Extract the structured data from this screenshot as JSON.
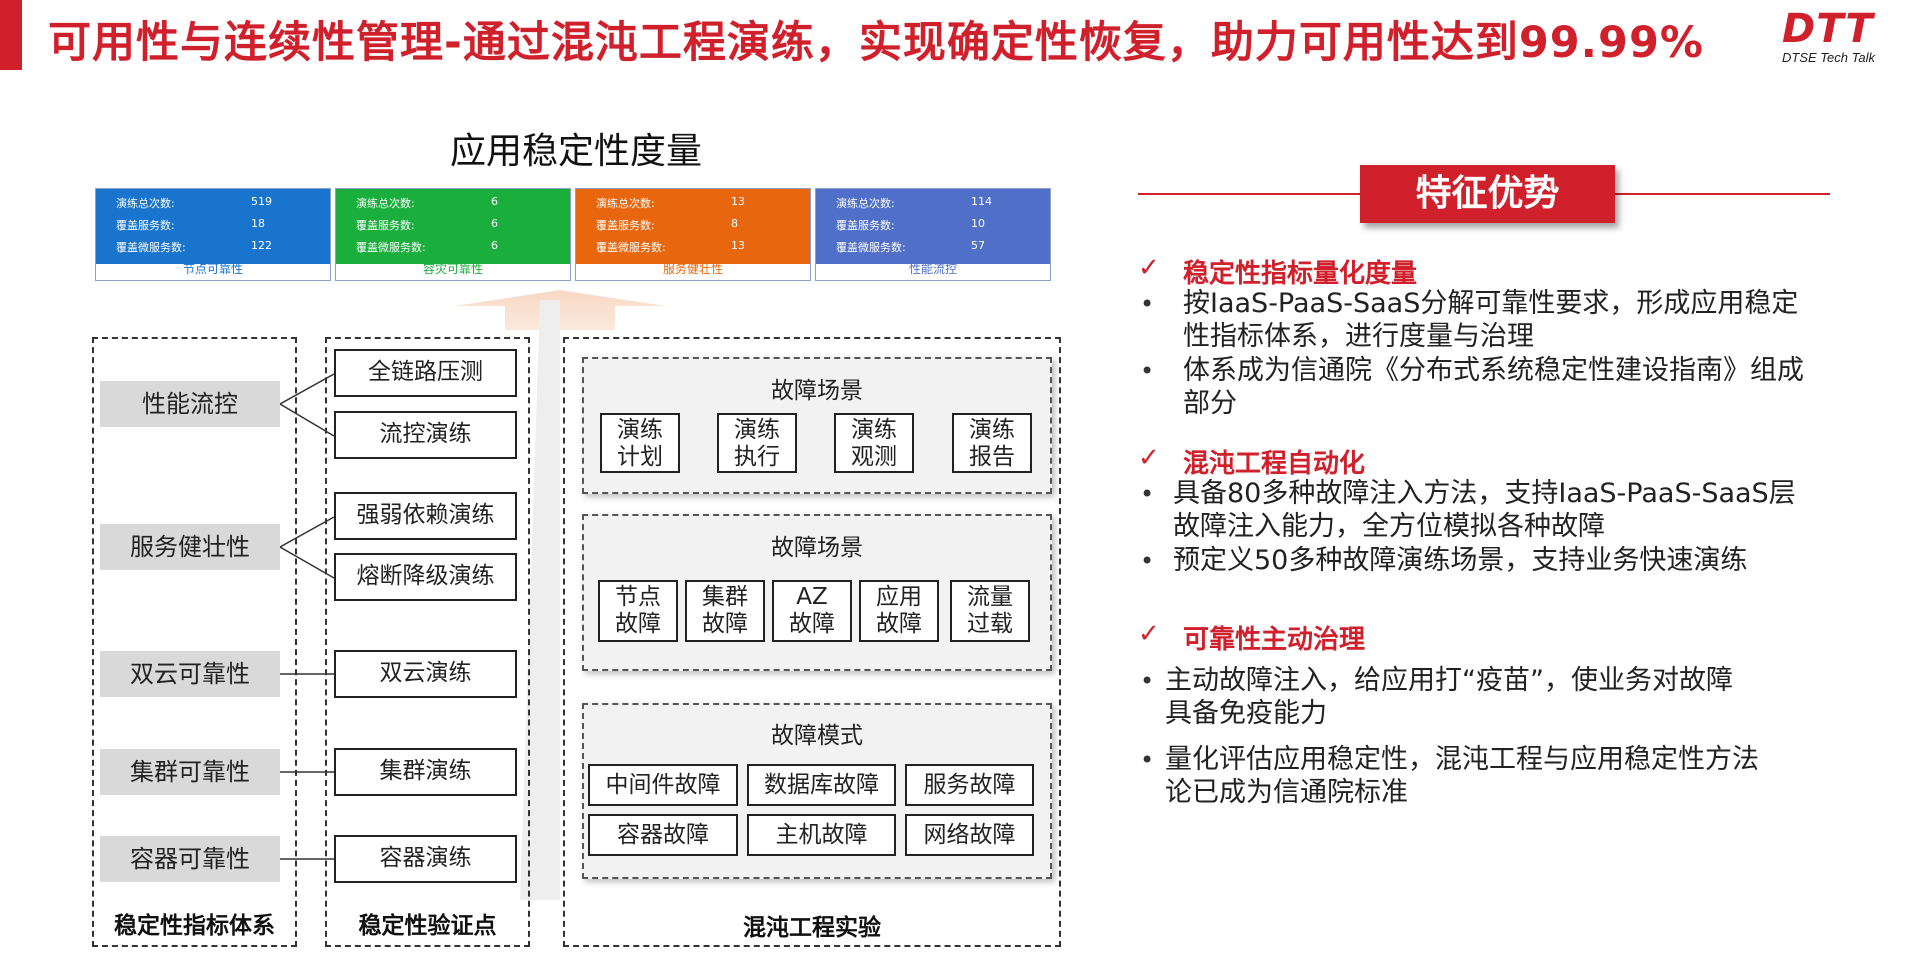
{
  "header": {
    "title": "可用性与连续性管理-通过混沌工程演练，实现确定性恢复，助力可用性达到99.99%",
    "logo_mark": "DTT",
    "logo_sub": "DTSE Tech Talk"
  },
  "metrics": {
    "title": "应用稳定性度量",
    "cards": [
      {
        "name": "节点可靠性",
        "color": "#1874cd",
        "rows": [
          {
            "k": "演练总次数:",
            "v": "519"
          },
          {
            "k": "覆盖服务数:",
            "v": "18"
          },
          {
            "k": "覆盖微服务数:",
            "v": "122"
          }
        ]
      },
      {
        "name": "容灾可靠性",
        "color": "#1aae3c",
        "rows": [
          {
            "k": "演练总次数:",
            "v": "6"
          },
          {
            "k": "覆盖服务数:",
            "v": "6"
          },
          {
            "k": "覆盖微服务数:",
            "v": "6"
          }
        ]
      },
      {
        "name": "服务健壮性",
        "color": "#e8670e",
        "rows": [
          {
            "k": "演练总次数:",
            "v": "13"
          },
          {
            "k": "覆盖服务数:",
            "v": "8"
          },
          {
            "k": "覆盖微服务数:",
            "v": "13"
          }
        ]
      },
      {
        "name": "性能流控",
        "color": "#4f6fc9",
        "rows": [
          {
            "k": "演练总次数:",
            "v": "114"
          },
          {
            "k": "覆盖服务数:",
            "v": "10"
          },
          {
            "k": "覆盖微服务数:",
            "v": "57"
          }
        ]
      }
    ]
  },
  "panels": {
    "indicator_title": "稳定性指标体系",
    "verify_title": "稳定性验证点",
    "chaos_title": "混沌工程实验"
  },
  "indicators": [
    "性能流控",
    "服务健壮性",
    "双云可靠性",
    "集群可靠性",
    "容器可靠性"
  ],
  "verify_points": [
    "全链路压测",
    "流控演练",
    "强弱依赖演练",
    "熔断降级演练",
    "双云演练",
    "集群演练",
    "容器演练"
  ],
  "chaos": {
    "g1_title": "故障场景",
    "g1_items": [
      {
        "l1": "演练",
        "l2": "计划"
      },
      {
        "l1": "演练",
        "l2": "执行"
      },
      {
        "l1": "演练",
        "l2": "观测"
      },
      {
        "l1": "演练",
        "l2": "报告"
      }
    ],
    "g2_title": "故障场景",
    "g2_items": [
      {
        "l1": "节点",
        "l2": "故障"
      },
      {
        "l1": "集群",
        "l2": "故障"
      },
      {
        "l1": "AZ",
        "l2": "故障"
      },
      {
        "l1": "应用",
        "l2": "故障"
      },
      {
        "l1": "流量",
        "l2": "过载"
      }
    ],
    "g3_title": "故障模式",
    "g3_items": [
      "中间件故障",
      "数据库故障",
      "服务故障",
      "容器故障",
      "主机故障",
      "网络故障"
    ]
  },
  "advantages": {
    "badge": "特征优势",
    "check": "✓",
    "dot": "•",
    "sections": [
      {
        "title": "稳定性指标量化度量",
        "bullets": [
          {
            "l1": "按IaaS-PaaS-SaaS分解可靠性要求，形成应用稳定",
            "l2": "性指标体系，进行度量与治理"
          },
          {
            "l1": "体系成为信通院《分布式系统稳定性建设指南》组成",
            "l2": "部分"
          }
        ]
      },
      {
        "title": "混沌工程自动化",
        "bullets": [
          {
            "l1": "具备80多种故障注入方法，支持IaaS-PaaS-SaaS层",
            "l2": "故障注入能力，全方位模拟各种故障"
          },
          {
            "l1": "预定义50多种故障演练场景，支持业务快速演练",
            "l2": ""
          }
        ]
      },
      {
        "title": "可靠性主动治理",
        "bullets": [
          {
            "l1": "主动故障注入，给应用打“疫苗”，使业务对故障",
            "l2": "具备免疫能力"
          },
          {
            "l1": "量化评估应用稳定性，混沌工程与应用稳定性方法",
            "l2": "论已成为信通院标准"
          }
        ]
      }
    ]
  }
}
